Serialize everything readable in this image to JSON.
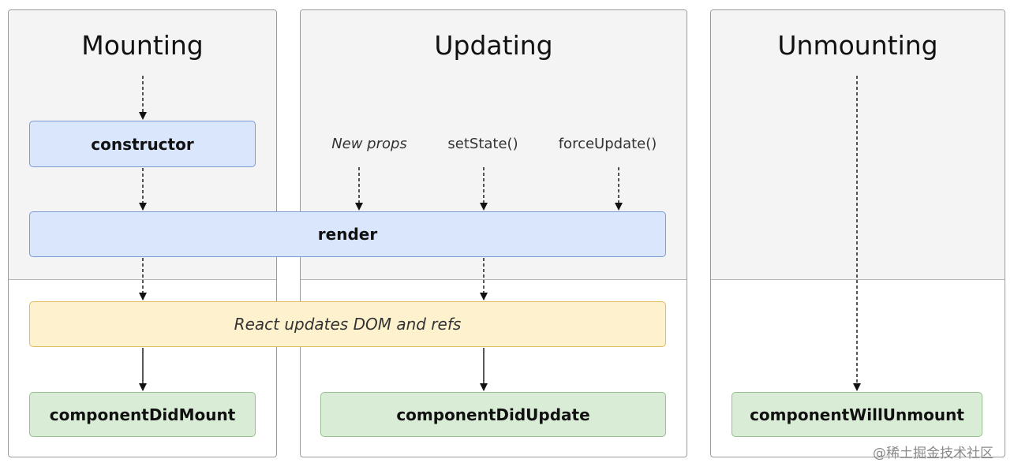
{
  "phases": {
    "mounting": "Mounting",
    "updating": "Updating",
    "unmounting": "Unmounting"
  },
  "triggers": {
    "new_props": "New props",
    "set_state": "setState()",
    "force_update": "forceUpdate()"
  },
  "boxes": {
    "constructor": "constructor",
    "render": "render",
    "react_updates": "React updates DOM and refs",
    "did_mount": "componentDidMount",
    "did_update": "componentDidUpdate",
    "will_unmount": "componentWillUnmount"
  },
  "colors": {
    "render_phase_fill": "#dae6fc",
    "commit_fill": "#fdf1ce",
    "lifecycle_fill": "#d9ecd6",
    "panel_top": "#f4f4f4"
  },
  "watermark": "@稀土掘金技术社区"
}
